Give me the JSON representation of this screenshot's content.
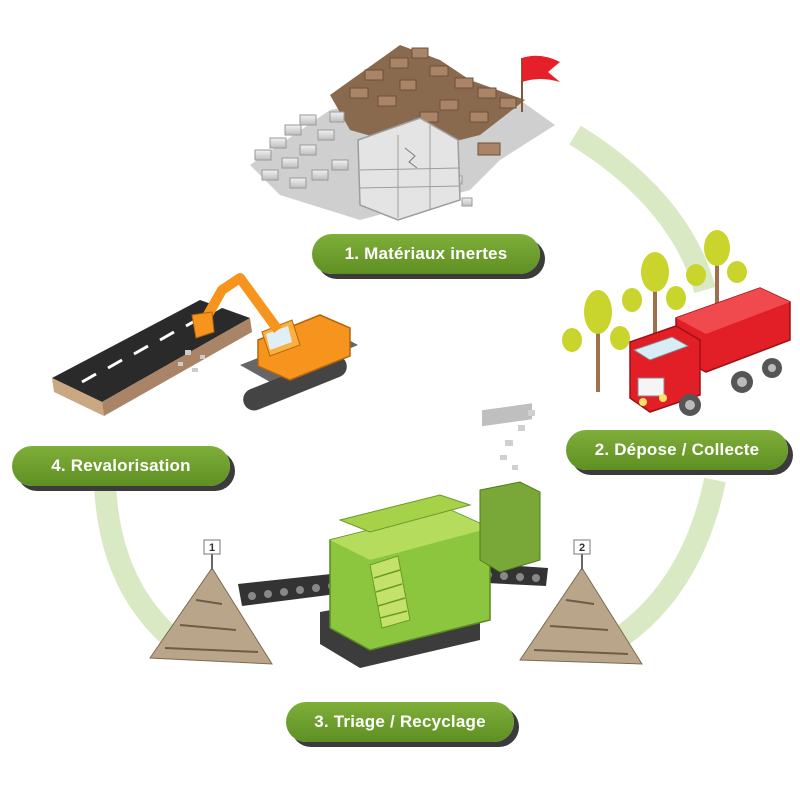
{
  "steps": [
    {
      "label": "1. Matériaux inertes"
    },
    {
      "label": "2. Dépose / Collecte"
    },
    {
      "label": "3. Triage / Recyclage"
    },
    {
      "label": "4. Revalorisation"
    }
  ],
  "piles": [
    {
      "number": "1"
    },
    {
      "number": "2"
    }
  ],
  "colors": {
    "cycle_arc": "#d9e9c3",
    "label_fill": "#6d9e2c",
    "label_shadow": "#3b3b3b",
    "flag": "#e5202b",
    "truck": "#e21f26",
    "machine": "#8cc63f",
    "excavator": "#f7941d"
  },
  "icons": [
    "rubble-pile-icon",
    "flag-icon",
    "truck-icon",
    "tree-icon",
    "crusher-machine-icon",
    "conveyor-icon",
    "gravel-pile-icon",
    "excavator-icon",
    "road-icon"
  ]
}
